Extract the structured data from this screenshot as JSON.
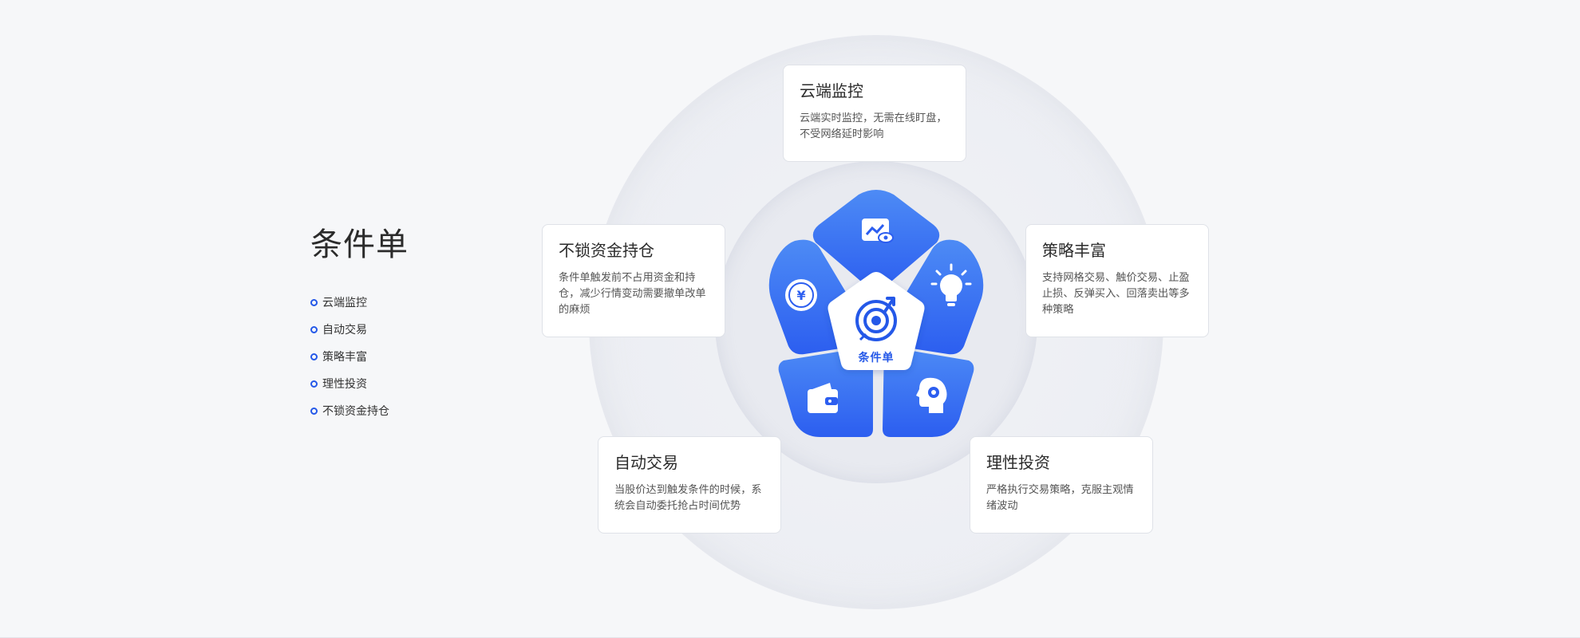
{
  "left": {
    "title": "条件单",
    "items": [
      "云端监控",
      "自动交易",
      "策略丰富",
      "理性投资",
      "不锁资金持仓"
    ]
  },
  "cards": {
    "cloud": {
      "title": "云端监控",
      "desc": "云端实时监控，无需在线盯盘，不受网络延时影响"
    },
    "strategy": {
      "title": "策略丰富",
      "desc": "支持网格交易、触价交易、止盈止损、反弹买入、回落卖出等多种策略"
    },
    "capital": {
      "title": "不锁资金持仓",
      "desc": "条件单触发前不占用资金和持仓，减少行情变动需要撤单改单的麻烦"
    },
    "auto": {
      "title": "自动交易",
      "desc": "当股价达到触发条件的时候，系统会自动委托抢占时间优势"
    },
    "rational": {
      "title": "理性投资",
      "desc": "严格执行交易策略，克服主观情绪波动"
    }
  },
  "center": {
    "label": "条件单"
  },
  "icons": {
    "top": "chart-eye-icon",
    "right": "lightbulb-icon",
    "bottom_right": "head-gear-icon",
    "bottom_left": "wallet-icon",
    "left": "yuan-coin-icon",
    "center": "target-arrow-icon"
  },
  "colors": {
    "accent": "#2458e8",
    "petal_light": "#4d8bf5",
    "petal_dark": "#2c5ef0"
  }
}
